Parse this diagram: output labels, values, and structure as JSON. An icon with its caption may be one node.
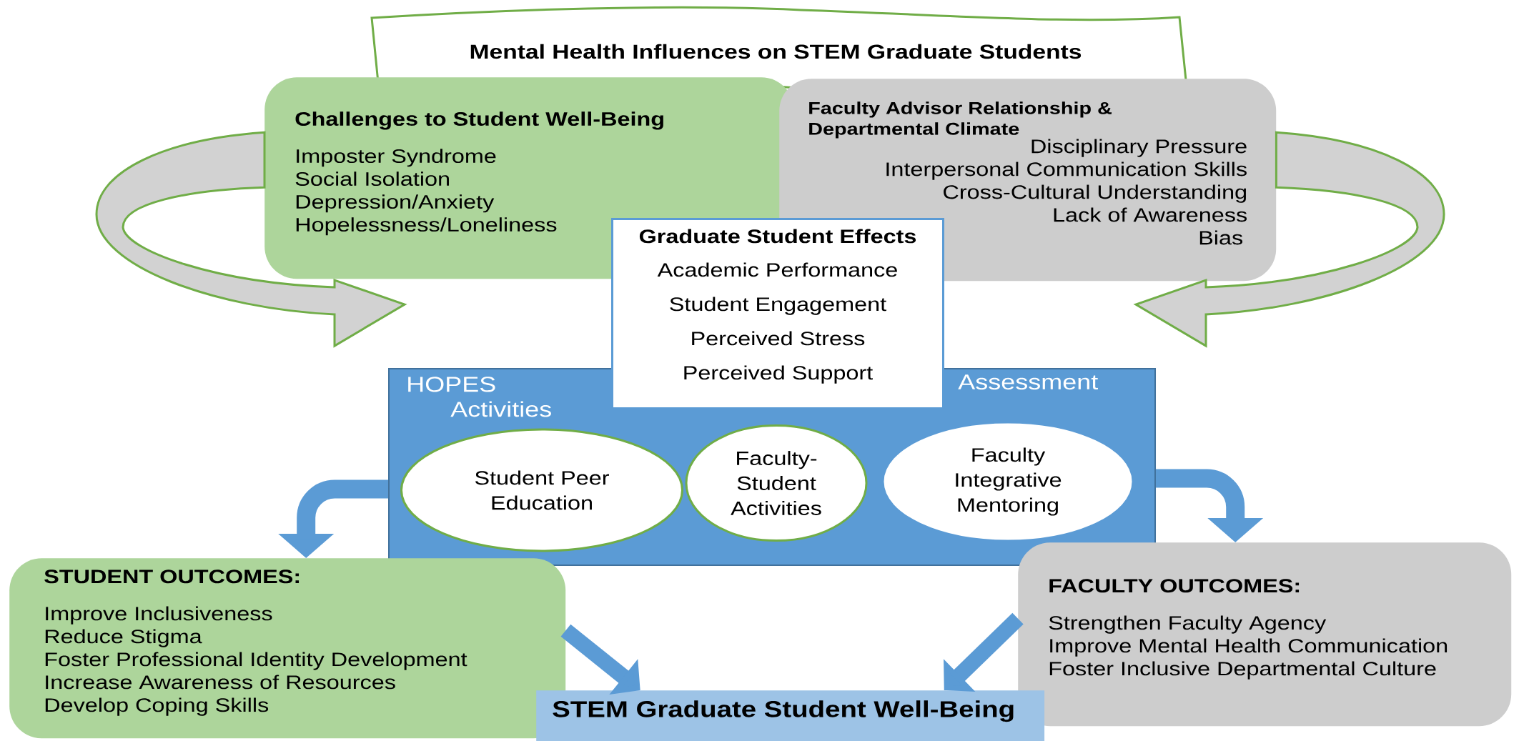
{
  "diagram": {
    "nodes": [
      {
        "text": [
          "Mental Health Influences on STEM Graduate Students"
        ]
      },
      {
        "text": [
          "Challenges to Student Well-Being",
          "Imposter Syndrome",
          "Social Isolation",
          "Depression/Anxiety",
          "Hopelessness/Loneliness"
        ]
      },
      {
        "text": [
          "Faculty Advisor Relationship & Departmental Climate",
          "Disciplinary Pressure",
          "Interpersonal Communication Skills",
          "Cross-Cultural Understanding",
          "Lack of Awareness",
          "Bias"
        ]
      },
      {
        "text": [
          "Graduate Student Effects",
          "Academic Performance",
          "Student Engagement",
          "Perceived Stress",
          "Perceived Support"
        ]
      },
      {
        "text": [
          "HOPES Activities",
          "Assessment"
        ]
      },
      {
        "text": [
          "Student Peer Education"
        ],
        "in": 4
      },
      {
        "text": [
          "Faculty-Student Activities"
        ],
        "in": 4
      },
      {
        "text": [
          "Faculty Integrative Mentoring"
        ],
        "in": 4
      },
      {
        "text": [
          "STUDENT OUTCOMES:",
          "Improve Inclusiveness",
          "Reduce Stigma",
          "Foster Professional Identity Development",
          "Increase Awareness of Resources",
          "Develop Coping Skills"
        ]
      },
      {
        "text": [
          "FACULTY OUTCOMES:",
          "Strengthen Faculty Agency",
          "Improve Mental Health Communication",
          "Foster Inclusive Departmental Culture"
        ]
      },
      {
        "text": [
          "STEM Graduate Student Well-Being"
        ]
      }
    ],
    "edges": [
      {
        "from": 1,
        "to": null,
        "arrow": "to"
      },
      {
        "from": 2,
        "to": null,
        "arrow": "to"
      },
      {
        "from": 4,
        "to": 8,
        "arrow": "to"
      },
      {
        "from": 4,
        "to": 9,
        "arrow": "to"
      },
      {
        "from": 8,
        "to": 10,
        "arrow": "to"
      },
      {
        "from": 9,
        "to": 10,
        "arrow": "to"
      }
    ]
  }
}
